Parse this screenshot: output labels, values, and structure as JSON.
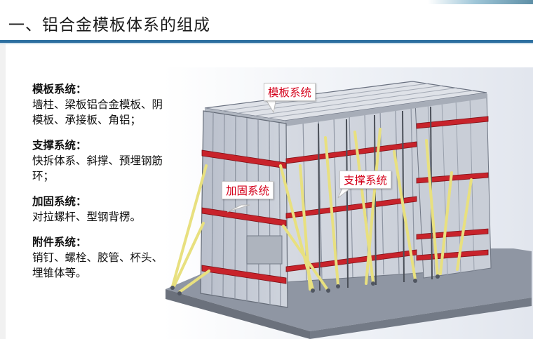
{
  "slide": {
    "title": "一、铝合金模板体系的组成"
  },
  "sections": [
    {
      "heading": "模板系统：",
      "body": "墙柱、梁板铝合金模板、阴角模板、承接板、角铝；"
    },
    {
      "heading": "支撑系统：",
      "body": "快拆体系、斜撑、预埋钢筋环；"
    },
    {
      "heading": "加固系统：",
      "body": "对拉螺杆、型钢背楞。"
    },
    {
      "heading": "附件系统：",
      "body": "销钉、螺栓、胶管、杯头、预埋锥体等。"
    }
  ],
  "callouts": {
    "formwork": "模板系统",
    "support": "支撑系统",
    "reinforce": "加固系统"
  },
  "colors": {
    "accent_rule": "#2d6fa0",
    "callout_text": "#d4001a",
    "waler_red": "#c8232b",
    "brace_yellow": "#ebe48a"
  }
}
